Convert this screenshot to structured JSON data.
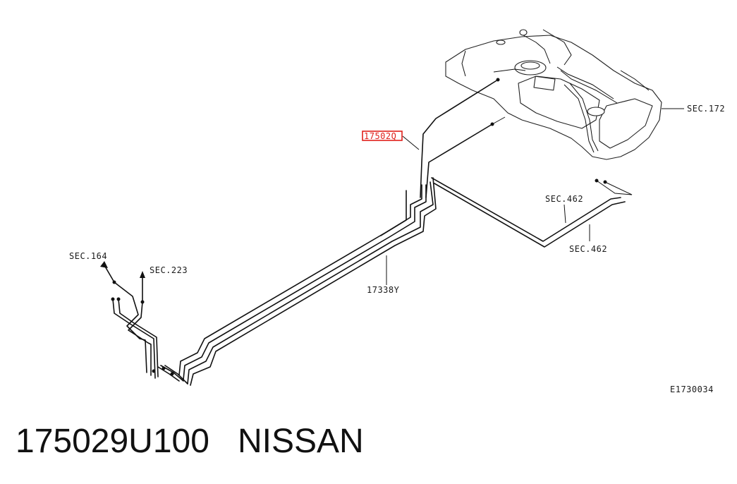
{
  "labels": {
    "highlight_part": "17502Q",
    "sec_172": "SEC.172",
    "sec_462_upper": "SEC.462",
    "sec_462_lower": "SEC.462",
    "sec_164": "SEC.164",
    "sec_223": "SEC.223",
    "pipe_part": "17338Y",
    "figure_id": "E1730034"
  },
  "highlight_color": "#e0201a",
  "part_number": "175029U100",
  "brand": "NISSAN"
}
